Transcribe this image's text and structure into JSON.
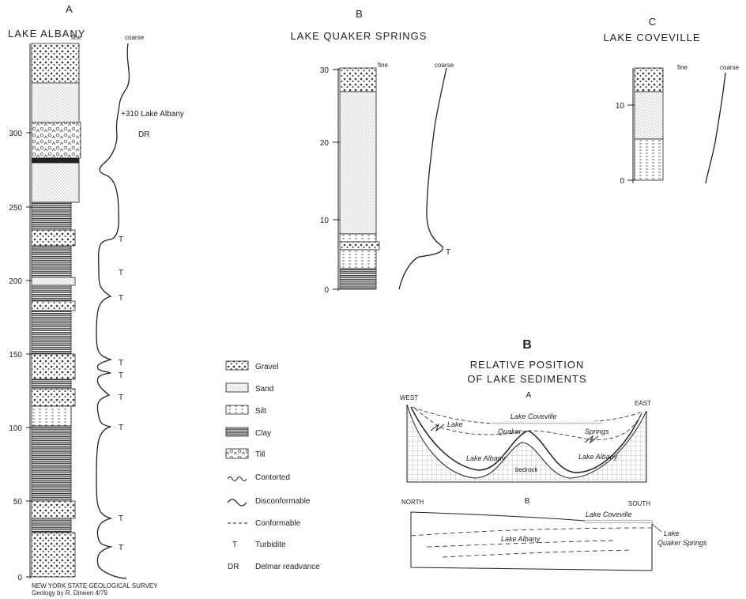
{
  "colA": {
    "letter": "A",
    "name": "LAKE ALBANY",
    "fine": "fine",
    "coarse": "coarse",
    "ticks": [
      "0",
      "50",
      "100",
      "150",
      "200",
      "250",
      "300"
    ],
    "note_top": "+310 Lake Albany",
    "note_dr": "DR"
  },
  "colB": {
    "letter": "B",
    "name": "LAKE QUAKER SPRINGS",
    "fine": "fine",
    "coarse": "coarse",
    "ticks": [
      "0",
      "10",
      "20",
      "30"
    ]
  },
  "colC": {
    "letter": "C",
    "name": "LAKE COVEVILLE",
    "fine": "fine",
    "coarse": "coarse",
    "ticks": [
      "0",
      "10"
    ]
  },
  "turbidite_mark": "T",
  "legend": [
    {
      "key": "gravel",
      "label": "Gravel"
    },
    {
      "key": "sand",
      "label": "Sand"
    },
    {
      "key": "silt",
      "label": "Silt"
    },
    {
      "key": "clay",
      "label": "Clay"
    },
    {
      "key": "till",
      "label": "Till"
    },
    {
      "key": "contorted",
      "label": "Contorted"
    },
    {
      "key": "disconformable",
      "label": "Disconformable"
    },
    {
      "key": "conformable",
      "label": "Conformable"
    },
    {
      "key": "turbidite",
      "symbol": "T",
      "label": "Turbidite"
    },
    {
      "key": "delmar",
      "symbol": "DR",
      "label": "Delmar readvance"
    }
  ],
  "relative": {
    "letter": "B",
    "title1": "RELATIVE POSITION",
    "title2": "OF LAKE SEDIMENTS",
    "secA": {
      "letter": "A",
      "west": "WEST",
      "east": "EAST",
      "coveville": "Lake Coveville",
      "lake": "Lake",
      "quaker": "Quaker",
      "springs": "Springs",
      "albany1": "Lake Albany",
      "albany2": "Lake Albany",
      "bedrock": "bedrock"
    },
    "secB": {
      "letter": "B",
      "north": "NORTH",
      "south": "SOUTH",
      "coveville": "Lake Coveville",
      "albany": "Lake Albany",
      "quaker1": "Lake",
      "quaker2": "Quaker Springs"
    }
  },
  "credit": {
    "line1": "NEW YORK STATE GEOLOGICAL SURVEY",
    "line2": "Geology by R. Dineen 4/79"
  }
}
